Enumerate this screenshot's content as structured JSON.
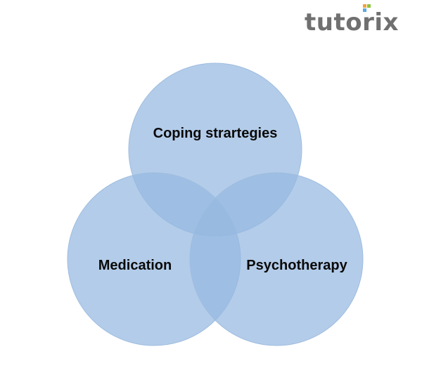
{
  "logo": {
    "text": "tutorix",
    "colors": {
      "text": "#707070",
      "square_orange": "#f2a53a",
      "square_green": "#8cc63f",
      "square_blue": "#5fa9dd"
    }
  },
  "venn": {
    "circles": [
      {
        "id": "coping",
        "label": "Coping strartegies"
      },
      {
        "id": "medication",
        "label": "Medication"
      },
      {
        "id": "psychotherapy",
        "label": "Psychotherapy"
      }
    ],
    "colors": {
      "fill": "#9bbbe3",
      "stroke": "#9fbde0"
    }
  }
}
